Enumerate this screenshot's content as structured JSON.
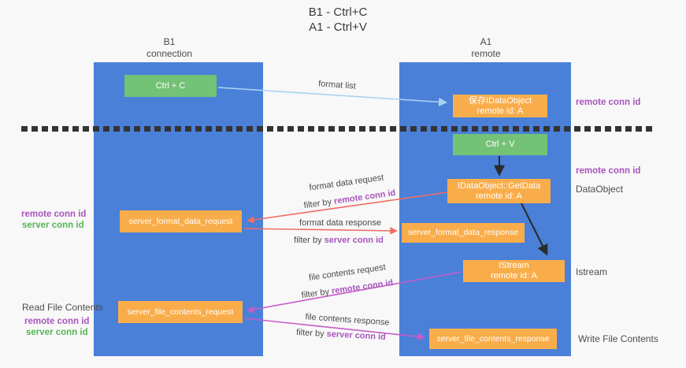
{
  "title": {
    "line1": "B1 - Ctrl+C",
    "line2": "A1 - Ctrl+V"
  },
  "lanes": {
    "left": {
      "name": "B1",
      "role": "connection"
    },
    "right": {
      "name": "A1",
      "role": "remote"
    }
  },
  "nodes": {
    "ctrl_c": {
      "label": "Ctrl + C"
    },
    "ctrl_v": {
      "label": "Ctrl + V"
    },
    "save_dataobject": {
      "line1": "保存IDataObject",
      "line2": "remote id: A"
    },
    "getdata": {
      "line1": "IDataObject::GetData",
      "line2": "remote id: A"
    },
    "istream": {
      "line1": "IStream",
      "line2": "remote id: A"
    },
    "format_request": {
      "label": "server_format_data_request"
    },
    "format_response": {
      "label": "server_format_data_response"
    },
    "file_request": {
      "label": "server_file_contents_request"
    },
    "file_response": {
      "label": "server_file_contents_response"
    }
  },
  "edges": {
    "format_list": "format list",
    "format_data_request": "format data request",
    "format_data_response": "format data response",
    "file_contents_request": "file contents request",
    "file_contents_response": "file contents response",
    "filter_by_prefix": "filter by ",
    "remote_conn_id": "remote conn id",
    "server_conn_id": "server conn id"
  },
  "annotations": {
    "remote_conn_id": "remote conn id",
    "server_conn_id": "server conn id",
    "dataobject": "DataObject",
    "istream": "Istream",
    "read_file_contents": "Read File Contents",
    "write_file_contents": "Write File Contents"
  },
  "colors": {
    "lane_blue": "#4a80d8",
    "node_orange": "#f9ad4a",
    "node_green": "#74c276",
    "arrow_lightblue": "#a9d2f0",
    "arrow_black": "#2b2b2b",
    "arrow_red": "#ef6d63",
    "arrow_magenta": "#c75bc9",
    "label_purple": "#a855bb",
    "label_green": "#56b556"
  }
}
